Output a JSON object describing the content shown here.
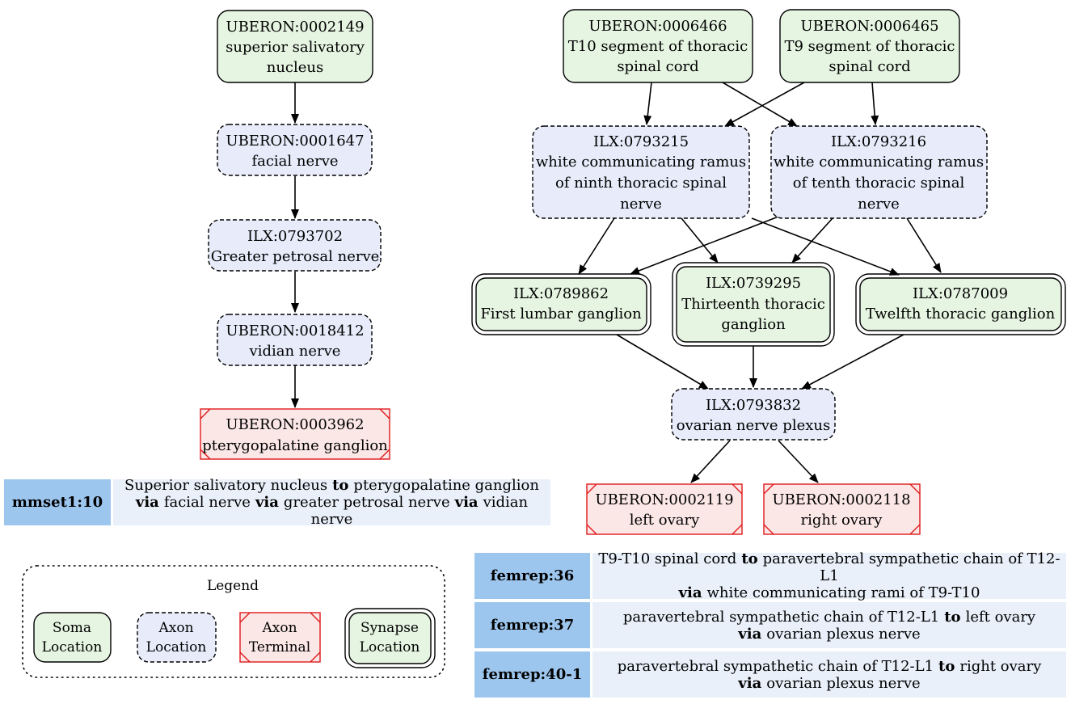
{
  "nodes": {
    "n2149": {
      "id": "UBERON:0002149",
      "lines": [
        "superior salivatory",
        "nucleus"
      ]
    },
    "n1647": {
      "id": "UBERON:0001647",
      "lines": [
        "facial nerve"
      ]
    },
    "n793702": {
      "id": "ILX:0793702",
      "lines": [
        "Greater petrosal nerve"
      ]
    },
    "n18412": {
      "id": "UBERON:0018412",
      "lines": [
        "vidian nerve"
      ]
    },
    "n3962": {
      "id": "UBERON:0003962",
      "lines": [
        "pterygopalatine ganglion"
      ]
    },
    "n6466": {
      "id": "UBERON:0006466",
      "lines": [
        "T10 segment of thoracic",
        "spinal cord"
      ]
    },
    "n6465": {
      "id": "UBERON:0006465",
      "lines": [
        "T9 segment of thoracic",
        "spinal cord"
      ]
    },
    "n793215": {
      "id": "ILX:0793215",
      "lines": [
        "white communicating ramus",
        "of ninth thoracic spinal",
        "nerve"
      ]
    },
    "n793216": {
      "id": "ILX:0793216",
      "lines": [
        "white communicating ramus",
        "of tenth thoracic spinal",
        "nerve"
      ]
    },
    "n789862": {
      "id": "ILX:0789862",
      "lines": [
        "First lumbar ganglion"
      ]
    },
    "n739295": {
      "id": "ILX:0739295",
      "lines": [
        "Thirteenth thoracic",
        "ganglion"
      ]
    },
    "n787009": {
      "id": "ILX:0787009",
      "lines": [
        "Twelfth thoracic ganglion"
      ]
    },
    "n793832": {
      "id": "ILX:0793832",
      "lines": [
        "ovarian nerve plexus"
      ]
    },
    "n2119": {
      "id": "UBERON:0002119",
      "lines": [
        "left ovary"
      ]
    },
    "n2118": {
      "id": "UBERON:0002118",
      "lines": [
        "right ovary"
      ]
    }
  },
  "legend": {
    "title": "Legend",
    "soma": [
      "Soma",
      "Location"
    ],
    "axon": [
      "Axon",
      "Location"
    ],
    "terminal": [
      "Axon",
      "Terminal"
    ],
    "synapse": [
      "Synapse",
      "Location"
    ]
  },
  "paths": {
    "mmset": {
      "label": "mmset1:10",
      "line1": {
        "from": "Superior salivatory nucleus",
        "to_word": "to",
        "dest": "pterygopalatine ganglion"
      },
      "line2": {
        "via": "via",
        "v1": "facial nerve",
        "v2": "greater petrosal nerve",
        "v3": "vidian nerve"
      }
    },
    "femrep36": {
      "label": "femrep:36",
      "from": "T9-T10 spinal cord",
      "to_word": "to",
      "dest": "paravertebral sympathetic chain of T12-L1",
      "via": "via",
      "via_text": "white communicating rami of T9-T10"
    },
    "femrep37": {
      "label": "femrep:37",
      "from": "paravertebral sympathetic chain of T12-L1",
      "to_word": "to",
      "dest": "left ovary",
      "via": "via",
      "via_text": "ovarian plexus nerve"
    },
    "femrep40": {
      "label": "femrep:40-1",
      "from": "paravertebral sympathetic chain of T12-L1",
      "to_word": "to",
      "dest": "right ovary",
      "via": "via",
      "via_text": "ovarian plexus nerve"
    }
  },
  "colors": {
    "soma_fill": "#e6f5e2",
    "axon_fill": "#e7ebfa",
    "terminal_fill": "#fbe7e6",
    "terminal_stroke": "#e0191b",
    "label_cell": "#9dc6ee",
    "text_cell": "#e9f0fa"
  }
}
